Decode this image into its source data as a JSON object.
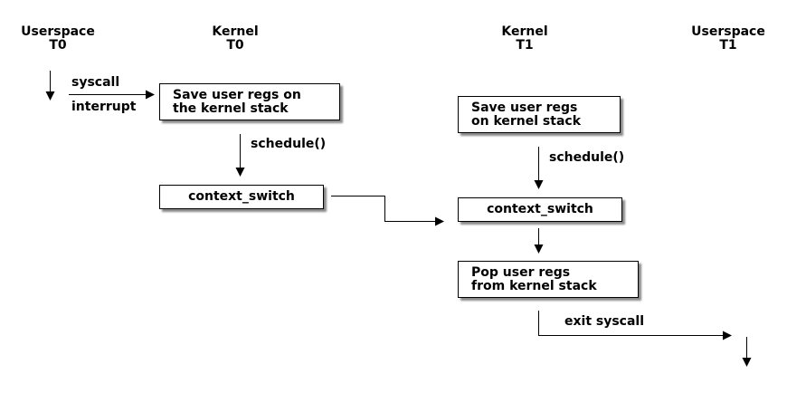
{
  "columns": [
    {
      "line1": "Userspace",
      "line2": "T0"
    },
    {
      "line1": "Kernel",
      "line2": "T0"
    },
    {
      "line1": "Kernel",
      "line2": "T1"
    },
    {
      "line1": "Userspace",
      "line2": "T1"
    }
  ],
  "boxes": {
    "save_t0": {
      "line1": "Save user regs on",
      "line2": "the kernel stack"
    },
    "ctx_t0": {
      "line1": "context_switch"
    },
    "save_t1": {
      "line1": "Save user regs",
      "line2": "on kernel stack"
    },
    "ctx_t1": {
      "line1": "context_switch"
    },
    "pop_t1": {
      "line1": "Pop user regs",
      "line2": "from kernel stack"
    }
  },
  "labels": {
    "syscall": "syscall",
    "interrupt": "interrupt",
    "schedule_t0": "schedule()",
    "schedule_t1": "schedule()",
    "exit_syscall": "exit syscall"
  }
}
